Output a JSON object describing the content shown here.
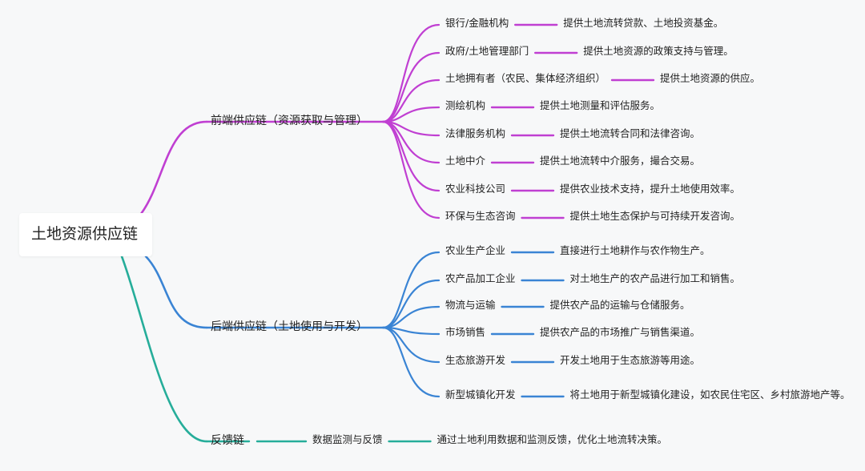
{
  "root": {
    "label": "土地资源供应链"
  },
  "colors": {
    "front": "#c03fd2",
    "back": "#3a84d4",
    "feedback": "#26ad9a"
  },
  "branches": [
    {
      "id": "front",
      "label": "前端供应链（资源获取与管理）",
      "items": [
        {
          "label": "银行/金融机构",
          "desc": "提供土地流转贷款、土地投资基金。"
        },
        {
          "label": "政府/土地管理部门",
          "desc": "提供土地资源的政策支持与管理。"
        },
        {
          "label": "土地拥有者（农民、集体经济组织）",
          "desc": "提供土地资源的供应。"
        },
        {
          "label": "测绘机构",
          "desc": "提供土地测量和评估服务。"
        },
        {
          "label": "法律服务机构",
          "desc": "提供土地流转合同和法律咨询。"
        },
        {
          "label": "土地中介",
          "desc": "提供土地流转中介服务，撮合交易。"
        },
        {
          "label": "农业科技公司",
          "desc": "提供农业技术支持，提升土地使用效率。"
        },
        {
          "label": "环保与生态咨询",
          "desc": "提供土地生态保护与可持续开发咨询。"
        }
      ]
    },
    {
      "id": "back",
      "label": "后端供应链（土地使用与开发）",
      "items": [
        {
          "label": "农业生产企业",
          "desc": "直接进行土地耕作与农作物生产。"
        },
        {
          "label": "农产品加工企业",
          "desc": "对土地生产的农产品进行加工和销售。"
        },
        {
          "label": "物流与运输",
          "desc": "提供农产品的运输与仓储服务。"
        },
        {
          "label": "市场销售",
          "desc": "提供农产品的市场推广与销售渠道。"
        },
        {
          "label": "生态旅游开发",
          "desc": "开发土地用于生态旅游等用途。"
        },
        {
          "label": "新型城镇化开发",
          "desc": "将土地用于新型城镇化建设，如农民住宅区、乡村旅游地产等。"
        }
      ]
    },
    {
      "id": "feedback",
      "label": "反馈链",
      "items": [
        {
          "label": "数据监测与反馈",
          "desc": "通过土地利用数据和监测反馈，优化土地流转决策。"
        }
      ]
    }
  ]
}
